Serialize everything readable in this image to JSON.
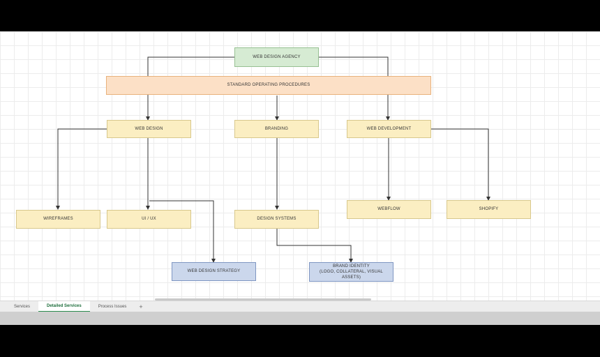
{
  "diagram": {
    "nodes": {
      "root": "WEB DESIGN AGENCY",
      "sop": "STANDARD OPERATING PROCEDURES",
      "web_design": "WEB DESIGN",
      "branding": "BRANDING",
      "web_development": "WEB DEVELOPMENT",
      "wireframes": "WIREFRAMES",
      "ui_ux": "UI / UX",
      "design_systems": "DESIGN SYSTEMS",
      "webflow": "WEBFLOW",
      "shopify": "SHOPIFY",
      "web_design_strategy": "WEB DESIGN STRATEGY",
      "brand_identity_line1": "BRAND IDENTITY",
      "brand_identity_line2": "(LOGO, COLLATERAL, VISUAL ASSETS)"
    },
    "colors": {
      "yellow": "#fbeec2",
      "green": "#d6ebd3",
      "orange": "#fce0c6",
      "blue": "#cbd7ec"
    }
  },
  "sheet_tabs": [
    {
      "label": "Services",
      "active": false
    },
    {
      "label": "Detailed Services",
      "active": true
    },
    {
      "label": "Process Issues",
      "active": false
    }
  ],
  "add_tab_label": "+"
}
